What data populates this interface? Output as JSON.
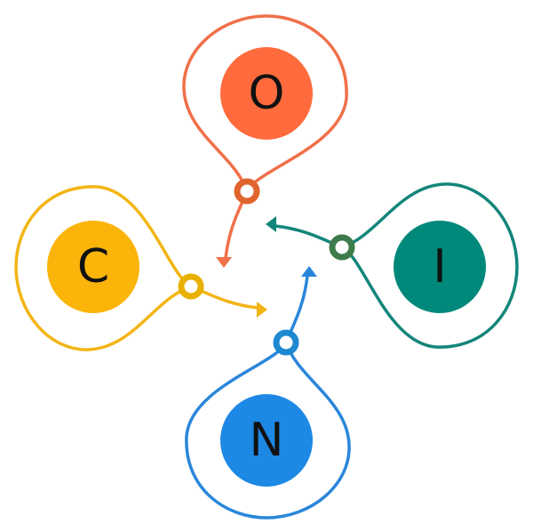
{
  "petals": [
    {
      "letter": "O",
      "line_color": "#F0704A",
      "circle_color": "#FF6B3D",
      "ring_color": "#E0642E"
    },
    {
      "letter": "I",
      "line_color": "#13857A",
      "circle_color": "#00897B",
      "ring_color": "#3E7B4A"
    },
    {
      "letter": "N",
      "line_color": "#2A86DA",
      "circle_color": "#1E88E5",
      "ring_color": "#1E88D0"
    },
    {
      "letter": "C",
      "line_color": "#F3B515",
      "circle_color": "#FBB40A",
      "ring_color": "#E8B000"
    }
  ]
}
